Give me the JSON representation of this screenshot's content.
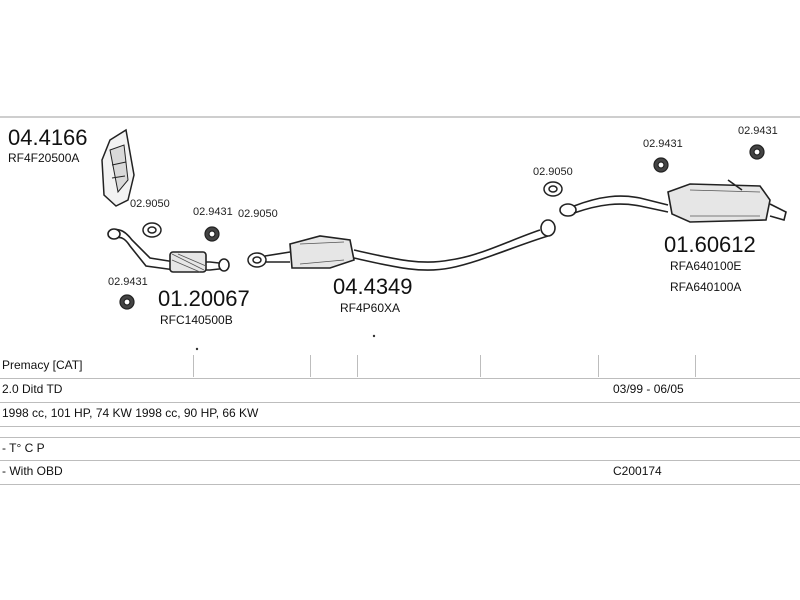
{
  "parts": {
    "cat_converter": {
      "number": "04.4166",
      "oem": "RF4F20500A"
    },
    "front_pipe": {
      "number": "01.20067",
      "oem": "RFC140500B"
    },
    "middle_silencer": {
      "number": "04.4349",
      "oem": "RF4P60XA"
    },
    "rear_silencer": {
      "number": "01.60612",
      "oem": [
        "RFA640100E",
        "RFA640100A"
      ]
    }
  },
  "small_parts": {
    "gasket_1": "02.9050",
    "gasket_2": "02.9050",
    "gasket_3": "02.9050",
    "mount_1": "02.9431",
    "mount_2": "02.9431",
    "mount_3": "02.9431",
    "mount_4": "02.9431"
  },
  "spec_table": {
    "model": "Premacy  [CAT]",
    "engine": "2.0 Ditd TD",
    "period": "03/99 - 06/05",
    "power": "1998 cc, 101 HP, 74 KW 1998 cc, 90 HP, 66 KW",
    "note_1": "- T° C P",
    "note_2": "- With OBD",
    "code": "C200174"
  },
  "colors": {
    "line": "#bdbdbd",
    "drawing": "#222222"
  }
}
